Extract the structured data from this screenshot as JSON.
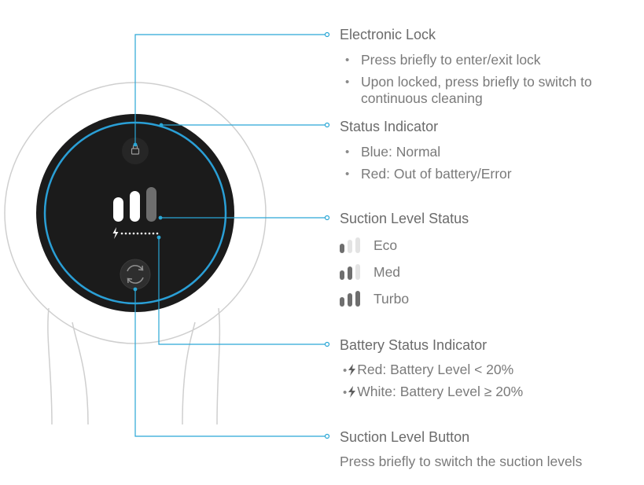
{
  "colors": {
    "leader_line": "#2aa7d6",
    "ring": "#2a9fd6",
    "panel": "#1b1b1b",
    "outline": "#cfcfcf",
    "bar_active": "#6e6e6e",
    "bar_inactive": "#e3e3e3"
  },
  "icons": {
    "lock": "lock-icon",
    "cycle": "cycle-arrows-icon",
    "bolt": "lightning-bolt-icon"
  },
  "electronic_lock": {
    "heading": "Electronic Lock",
    "items": [
      "Press  briefly to enter/exit lock",
      "Upon locked, press briefly to switch to",
      "continuous cleaning"
    ]
  },
  "status_indicator": {
    "heading": "Status Indicator",
    "items": [
      "Blue: Normal",
      "Red: Out of battery/Error"
    ]
  },
  "suction_level_status": {
    "heading": "Suction Level Status",
    "levels": [
      {
        "label": "Eco",
        "active_bars": 1
      },
      {
        "label": "Med",
        "active_bars": 2
      },
      {
        "label": "Turbo",
        "active_bars": 3
      }
    ]
  },
  "battery_status_indicator": {
    "heading": "Battery Status Indicator",
    "items": [
      "Red: Battery Level < 20%",
      "White: Battery Level ≥ 20%"
    ]
  },
  "suction_level_button": {
    "heading": "Suction Level Button",
    "description": "Press briefly to switch the suction levels"
  }
}
